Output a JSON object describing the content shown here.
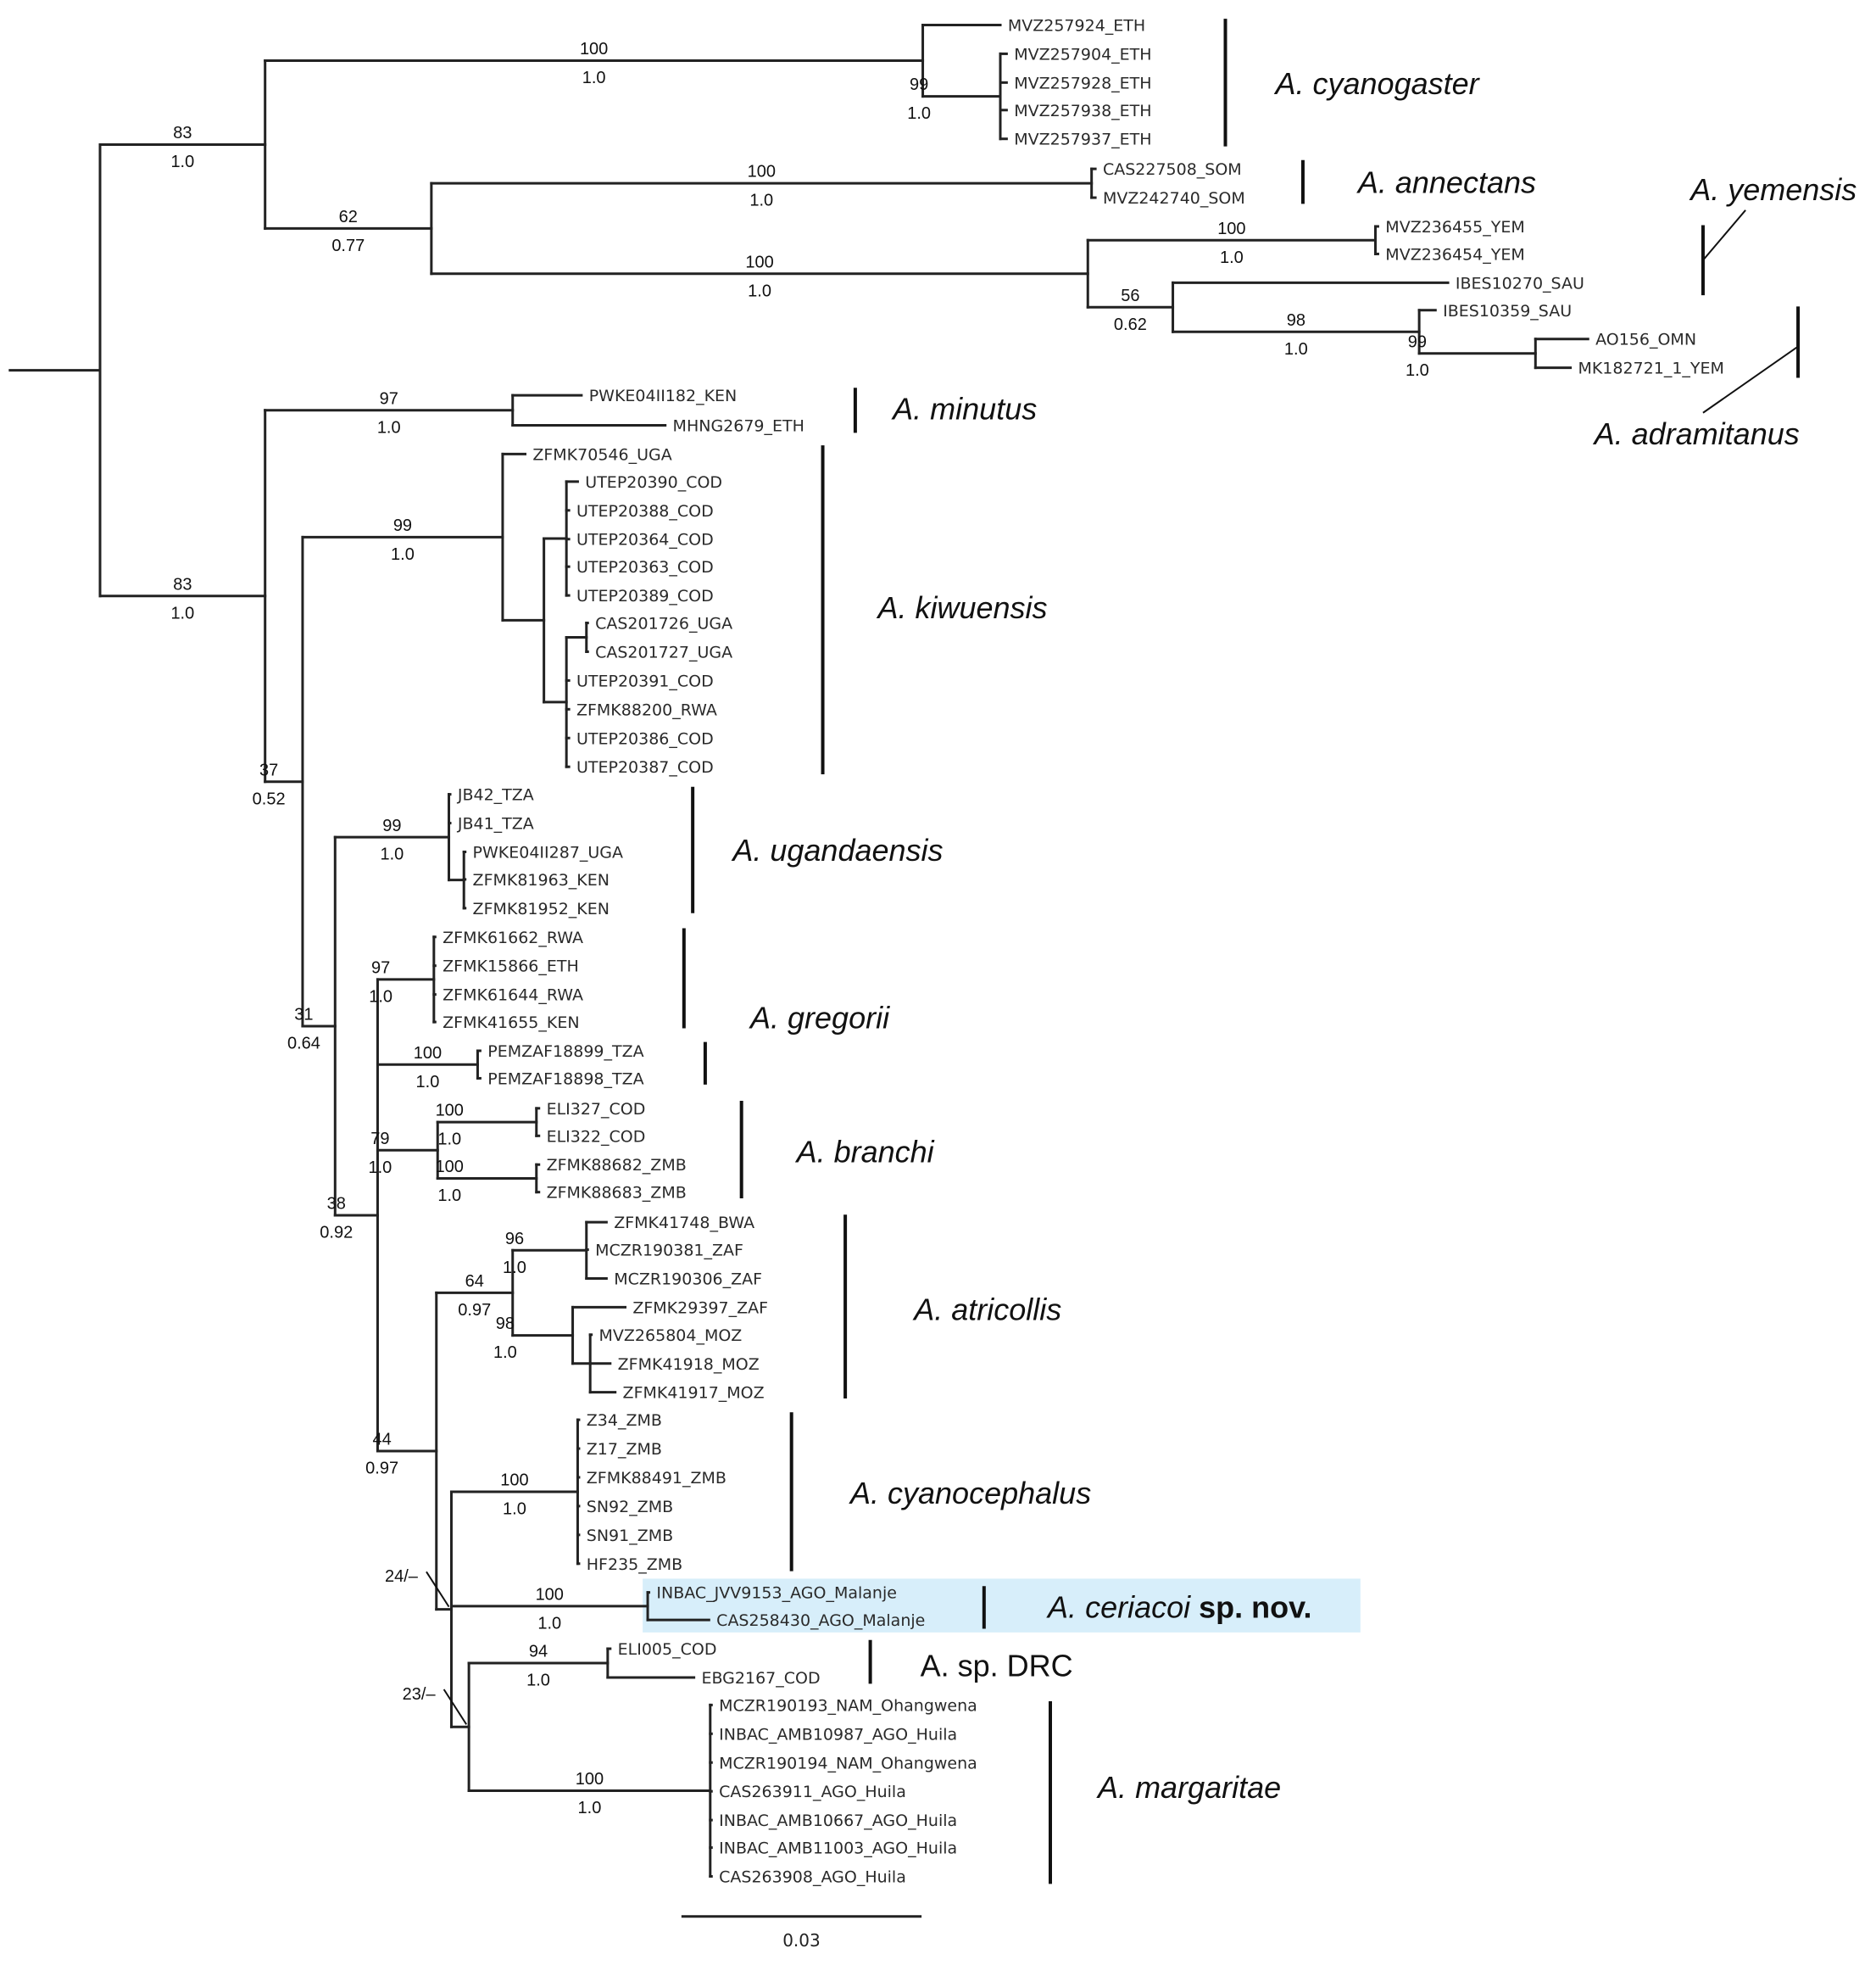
{
  "figure": {
    "type": "phylogenetic_tree",
    "scale_bar_label": "0.03",
    "highlight_color": "#d7eefa",
    "branch_color": "#222222"
  },
  "tree": {
    "id": "root",
    "children": [
      {
        "id": "n_upper",
        "bs": "83",
        "pp": "1.0",
        "children": [
          {
            "id": "n_cyanogaster",
            "bs": "100",
            "pp": "1.0",
            "children": [
              {
                "leaf": "MVZ257924_ETH"
              },
              {
                "id": "n_cyano_sub",
                "bs": "99",
                "pp": "1.0",
                "children": [
                  {
                    "leaf": "MVZ257904_ETH"
                  },
                  {
                    "leaf": "MVZ257928_ETH"
                  },
                  {
                    "leaf": "MVZ257938_ETH"
                  },
                  {
                    "leaf": "MVZ257937_ETH"
                  }
                ]
              }
            ]
          },
          {
            "id": "n_62",
            "bs": "62",
            "pp": "0.77",
            "children": [
              {
                "id": "n_annectans",
                "bs": "100",
                "pp": "1.0",
                "children": [
                  {
                    "leaf": "CAS227508_SOM"
                  },
                  {
                    "leaf": "MVZ242740_SOM"
                  }
                ]
              },
              {
                "id": "n_arabia",
                "bs": "100",
                "pp": "1.0",
                "children": [
                  {
                    "id": "n_yem_pair",
                    "bs": "100",
                    "pp": "1.0",
                    "children": [
                      {
                        "leaf": "MVZ236455_YEM"
                      },
                      {
                        "leaf": "MVZ236454_YEM"
                      }
                    ]
                  },
                  {
                    "id": "n_56",
                    "bs": "56",
                    "pp": "0.62",
                    "children": [
                      {
                        "leaf": "IBES10270_SAU"
                      },
                      {
                        "id": "n_98a",
                        "bs": "98",
                        "pp": "1.0",
                        "children": [
                          {
                            "leaf": "IBES10359_SAU"
                          },
                          {
                            "id": "n_99a",
                            "bs": "99",
                            "pp": "1.0",
                            "children": [
                              {
                                "leaf": "AO156_OMN"
                              },
                              {
                                "leaf": "MK182721_1_YEM"
                              }
                            ]
                          }
                        ]
                      }
                    ]
                  }
                ]
              }
            ]
          }
        ]
      },
      {
        "id": "n_lower",
        "bs": "83",
        "pp": "1.0",
        "children": [
          {
            "id": "n_minutus",
            "bs": "97",
            "pp": "1.0",
            "children": [
              {
                "leaf": "PWKE04II182_KEN"
              },
              {
                "leaf": "MHNG2679_ETH"
              }
            ]
          },
          {
            "id": "n_37",
            "bs": "37",
            "pp": "0.52",
            "children": [
              {
                "id": "n_kiwuensis",
                "bs": "99",
                "pp": "1.0",
                "children": [
                  {
                    "leaf": "ZFMK70546_UGA"
                  },
                  {
                    "id": "n_kiw_a",
                    "children": [
                      {
                        "id": "n_kiw_b",
                        "children": [
                          {
                            "leaf": "UTEP20390_COD"
                          },
                          {
                            "leaf": "UTEP20388_COD"
                          },
                          {
                            "leaf": "UTEP20364_COD"
                          },
                          {
                            "leaf": "UTEP20363_COD"
                          },
                          {
                            "leaf": "UTEP20389_COD"
                          }
                        ]
                      },
                      {
                        "id": "n_kiw_c",
                        "children": [
                          {
                            "id": "n_kiw_d",
                            "children": [
                              {
                                "leaf": "CAS201726_UGA"
                              },
                              {
                                "leaf": "CAS201727_UGA"
                              }
                            ]
                          },
                          {
                            "leaf": "UTEP20391_COD"
                          },
                          {
                            "leaf": "ZFMK88200_RWA"
                          },
                          {
                            "leaf": "UTEP20386_COD"
                          },
                          {
                            "leaf": "UTEP20387_COD"
                          }
                        ]
                      }
                    ]
                  }
                ]
              },
              {
                "id": "n_31",
                "bs": "31",
                "pp": "0.64",
                "children": [
                  {
                    "id": "n_ugandaensis",
                    "bs": "99",
                    "pp": "1.0",
                    "children": [
                      {
                        "leaf": "JB42_TZA"
                      },
                      {
                        "leaf": "JB41_TZA"
                      },
                      {
                        "id": "n_ug_b",
                        "children": [
                          {
                            "leaf": "PWKE04II287_UGA"
                          },
                          {
                            "leaf": "ZFMK81963_KEN"
                          },
                          {
                            "leaf": "ZFMK81952_KEN"
                          }
                        ]
                      }
                    ]
                  },
                  {
                    "id": "n_38",
                    "bs": "38",
                    "pp": "0.92",
                    "children": [
                      {
                        "id": "n_gregorii_a",
                        "bs": "97",
                        "pp": "1.0",
                        "children": [
                          {
                            "leaf": "ZFMK61662_RWA"
                          },
                          {
                            "leaf": "ZFMK15866_ETH"
                          },
                          {
                            "leaf": "ZFMK61644_RWA"
                          },
                          {
                            "leaf": "ZFMK41655_KEN"
                          }
                        ]
                      },
                      {
                        "id": "n_gregorii_b",
                        "bs": "100",
                        "pp": "1.0",
                        "children": [
                          {
                            "leaf": "PEMZAF18899_TZA"
                          },
                          {
                            "leaf": "PEMZAF18898_TZA"
                          }
                        ]
                      },
                      {
                        "id": "n_branchi",
                        "bs": "79",
                        "pp": "1.0",
                        "children": [
                          {
                            "id": "n_br_a",
                            "bs": "100",
                            "pp": "1.0",
                            "children": [
                              {
                                "leaf": "ELI327_COD"
                              },
                              {
                                "leaf": "ELI322_COD"
                              }
                            ]
                          },
                          {
                            "id": "n_br_b",
                            "bs": "100",
                            "pp": "1.0",
                            "children": [
                              {
                                "leaf": "ZFMK88682_ZMB"
                              },
                              {
                                "leaf": "ZFMK88683_ZMB"
                              }
                            ]
                          }
                        ]
                      },
                      {
                        "id": "n_44",
                        "bs": "44",
                        "pp": "0.97",
                        "children": [
                          {
                            "id": "n_atricollis",
                            "bs": "64",
                            "pp": "0.97",
                            "children": [
                              {
                                "id": "n_96",
                                "bs": "96",
                                "pp": "1.0",
                                "children": [
                                  {
                                    "leaf": "ZFMK41748_BWA"
                                  },
                                  {
                                    "leaf": "MCZR190381_ZAF"
                                  },
                                  {
                                    "leaf": "MCZR190306_ZAF"
                                  }
                                ]
                              },
                              {
                                "id": "n_98b",
                                "bs": "98",
                                "pp": "1.0",
                                "children": [
                                  {
                                    "leaf": "ZFMK29397_ZAF"
                                  },
                                  {
                                    "id": "n_moz",
                                    "children": [
                                      {
                                        "leaf": "MVZ265804_MOZ"
                                      },
                                      {
                                        "leaf": "ZFMK41918_MOZ"
                                      },
                                      {
                                        "leaf": "ZFMK41917_MOZ"
                                      }
                                    ]
                                  }
                                ]
                              }
                            ]
                          },
                          {
                            "id": "n_24",
                            "bs": "24/–",
                            "pp": "",
                            "children": [
                              {
                                "id": "n_cyanocephalus",
                                "bs": "100",
                                "pp": "1.0",
                                "children": [
                                  {
                                    "leaf": "Z34_ZMB"
                                  },
                                  {
                                    "leaf": "Z17_ZMB"
                                  },
                                  {
                                    "leaf": "ZFMK88491_ZMB"
                                  },
                                  {
                                    "leaf": "SN92_ZMB"
                                  },
                                  {
                                    "leaf": "SN91_ZMB"
                                  },
                                  {
                                    "leaf": "HF235_ZMB"
                                  }
                                ]
                              },
                              {
                                "id": "n_ceriacoi",
                                "bs": "100",
                                "pp": "1.0",
                                "children": [
                                  {
                                    "leaf": "INBAC_JVV9153_AGO_Malanje"
                                  },
                                  {
                                    "leaf": "CAS258430_AGO_Malanje"
                                  }
                                ]
                              },
                              {
                                "id": "n_23",
                                "bs": "23/–",
                                "pp": "",
                                "children": [
                                  {
                                    "id": "n_drc",
                                    "bs": "94",
                                    "pp": "1.0",
                                    "children": [
                                      {
                                        "leaf": "ELI005_COD"
                                      },
                                      {
                                        "leaf": "EBG2167_COD"
                                      }
                                    ]
                                  },
                                  {
                                    "id": "n_margaritae",
                                    "bs": "100",
                                    "pp": "1.0",
                                    "children": [
                                      {
                                        "leaf": "MCZR190193_NAM_Ohangwena"
                                      },
                                      {
                                        "leaf": "INBAC_AMB10987_AGO_Huila"
                                      },
                                      {
                                        "leaf": "MCZR190194_NAM_Ohangwena"
                                      },
                                      {
                                        "leaf": "CAS263911_AGO_Huila"
                                      },
                                      {
                                        "leaf": "INBAC_AMB10667_AGO_Huila"
                                      },
                                      {
                                        "leaf": "INBAC_AMB11003_AGO_Huila"
                                      },
                                      {
                                        "leaf": "CAS263908_AGO_Huila"
                                      }
                                    ]
                                  }
                                ]
                              }
                            ]
                          }
                        ]
                      }
                    ]
                  }
                ]
              }
            ]
          }
        ]
      }
    ]
  },
  "clades": [
    {
      "key": "cyanogaster",
      "genus": "A.",
      "epithet": "cyanogaster",
      "suffix": "",
      "highlight": false
    },
    {
      "key": "annectans",
      "genus": "A.",
      "epithet": "annectans",
      "suffix": "",
      "highlight": false
    },
    {
      "key": "yemensis",
      "genus": "A.",
      "epithet": "yemensis",
      "suffix": "",
      "highlight": false
    },
    {
      "key": "adramitanus",
      "genus": "A.",
      "epithet": "adramitanus",
      "suffix": "",
      "highlight": false
    },
    {
      "key": "minutus",
      "genus": "A.",
      "epithet": "minutus",
      "suffix": "",
      "highlight": false
    },
    {
      "key": "kiwuensis",
      "genus": "A.",
      "epithet": "kiwuensis",
      "suffix": "",
      "highlight": false
    },
    {
      "key": "ugandaensis",
      "genus": "A.",
      "epithet": "ugandaensis",
      "suffix": "",
      "highlight": false
    },
    {
      "key": "gregorii",
      "genus": "A.",
      "epithet": "gregorii",
      "suffix": "",
      "highlight": false
    },
    {
      "key": "branchi",
      "genus": "A.",
      "epithet": "branchi",
      "suffix": "",
      "highlight": false
    },
    {
      "key": "atricollis",
      "genus": "A.",
      "epithet": "atricollis",
      "suffix": "",
      "highlight": false
    },
    {
      "key": "cyanocephalus",
      "genus": "A.",
      "epithet": "cyanocephalus",
      "suffix": "",
      "highlight": false
    },
    {
      "key": "ceriacoi",
      "genus": "A.",
      "epithet": "ceriacoi",
      "suffix": "sp. nov.",
      "highlight": true
    },
    {
      "key": "drc",
      "genus": "A.",
      "epithet": "",
      "suffix": "sp. DRC",
      "highlight": false
    },
    {
      "key": "margaritae",
      "genus": "A.",
      "epithet": "margaritae",
      "suffix": "",
      "highlight": false
    }
  ]
}
